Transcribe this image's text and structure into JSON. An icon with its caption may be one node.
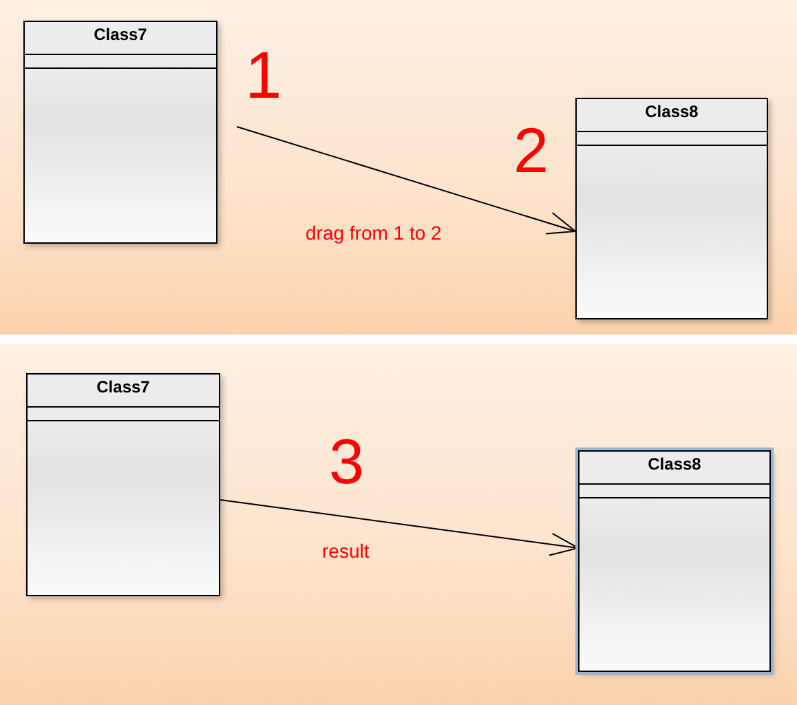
{
  "diagram": {
    "nodes": [
      {
        "text": [
          "Class7"
        ]
      },
      {
        "text": [
          "Class8"
        ]
      },
      {
        "text": [
          "Class7"
        ]
      },
      {
        "text": [
          "Class8"
        ]
      }
    ],
    "edges": [
      {
        "from": null,
        "to": 1,
        "arrow": "to"
      },
      {
        "from": 2,
        "to": 3,
        "arrow": "to"
      }
    ],
    "labels": [
      "1",
      "2",
      "drag from 1 to 2",
      "3",
      "result"
    ]
  }
}
